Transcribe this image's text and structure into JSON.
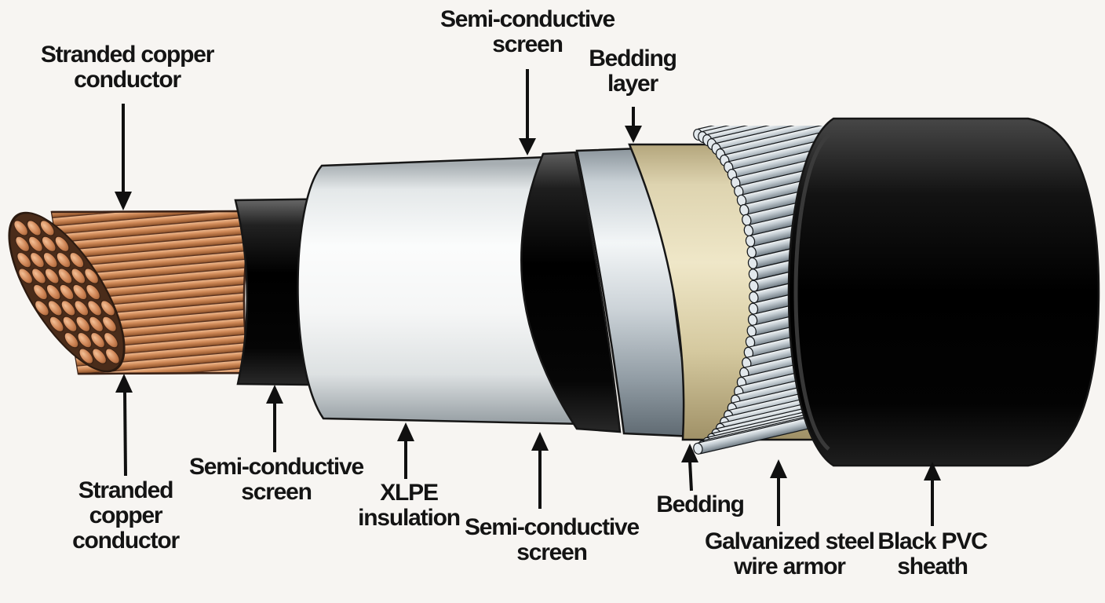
{
  "scene": {
    "description": "Cutaway diagram of an armored XLPE power cable showing its concentric layers",
    "background_color": "#f7f5f2",
    "label_text_color": "#141414"
  },
  "labels": {
    "top_conductor": "Stranded copper\nconductor",
    "top_screen": "Semi-conductive\nscreen",
    "top_bedding": "Bedding\nlayer",
    "bottom_conductor": "Stranded\ncopper\nconductor",
    "bottom_screen_inner": "Semi-conductive\nscreen",
    "bottom_xlpe": "XLPE\ninsulation",
    "bottom_screen_outer": "Semi-conductive\nscreen",
    "bottom_bedding": "Bedding",
    "bottom_armor": "Galvanized steel\nwire armor",
    "bottom_sheath": "Black PVC\nsheath"
  },
  "layers": [
    {
      "label": "Stranded copper conductor",
      "color": "#cf8757"
    },
    {
      "label": "Semi-conductive screen",
      "color": "#0d0d0d"
    },
    {
      "label": "XLPE insulation",
      "color": "#f4f6f6"
    },
    {
      "label": "Semi-conductive screen",
      "color": "#0d0d0d"
    },
    {
      "label": "Bedding layer",
      "color": "#ddd2ab"
    },
    {
      "label": "Galvanized steel wire armor",
      "color": "#bfc8ce"
    },
    {
      "label": "Black PVC sheath",
      "color": "#070707"
    }
  ],
  "colors": {
    "copper": "#cf8757",
    "copper_shadow": "#8d5128",
    "screen_black": "#0d0d0d",
    "xlpe_white": "#f4f6f6",
    "metallic_screen": "#ccd4d9",
    "bedding_tan": "#ddd2ab",
    "armor_steel": "#bfc8ce",
    "sheath_black": "#070707",
    "outline": "#161616"
  },
  "armor": {
    "wire_count": 40
  }
}
